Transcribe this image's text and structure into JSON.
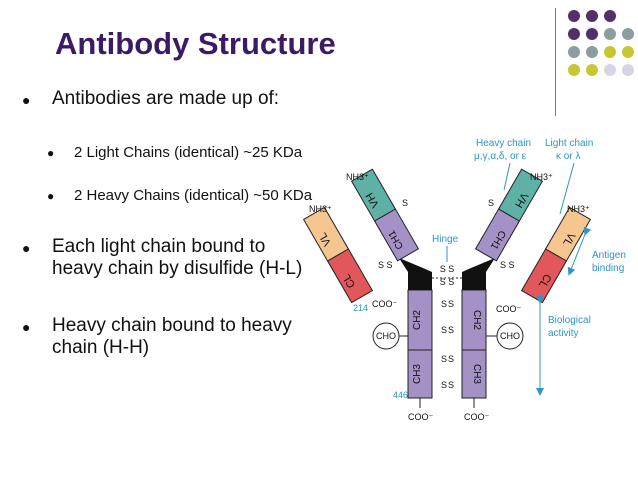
{
  "slide": {
    "title": "Antibody Structure",
    "bullet_glyph": "●",
    "bullets": [
      {
        "text": "Antibodies are made up of:",
        "subs": [
          "2 Light Chains (identical) ~25 KDa",
          "2 Heavy Chains (identical) ~50 KDa"
        ]
      },
      {
        "text": "Each light chain bound to heavy chain by disulfide (H-L)"
      },
      {
        "text": "Heavy chain bound to heavy chain (H-H)"
      }
    ]
  },
  "diagram": {
    "heavy_chain_label": "Heavy chain",
    "heavy_chain_types": "μ,γ,α,δ, or ε",
    "light_chain_label": "Light chain",
    "light_chain_types": "κ or λ",
    "hinge": "Hinge",
    "antigen_binding_line1": "Antigen",
    "antigen_binding_line2": "binding",
    "biological_activity_line1": "Biological",
    "biological_activity_line2": "activity",
    "nh3": "NH3⁺",
    "coo": "COO⁻",
    "cho": "CHO",
    "residue_214": "214",
    "residue_446": "446",
    "vh": "VH",
    "ch1": "CH1",
    "vl": "VL",
    "cl": "CL",
    "ch2": "CH2",
    "ch3": "CH3",
    "ss": "S S",
    "s": "S",
    "colors": {
      "title": "#3d1a66",
      "vh": "#5fb0a5",
      "heavy_constant": "#a491c6",
      "vl": "#f5c68f",
      "cl": "#e2575c",
      "hinge_block": "#111111",
      "annotation": "#2d95c8"
    }
  }
}
